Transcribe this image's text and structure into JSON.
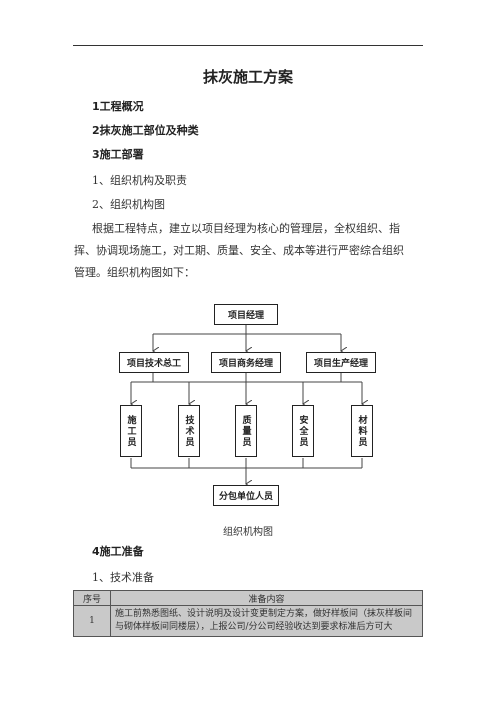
{
  "doc": {
    "title": "抹灰施工方案",
    "h1": "1工程概况",
    "h2": "2抹灰施工部位及种类",
    "h3": "3施工部署",
    "item1": "1、组织机构及职责",
    "item2": "2、组织机构图",
    "para_l1": "根据工程特点，建立以项目经理为核心的管理层，全权组织、指",
    "para_l2": "挥、协调现场施工，对工期、质量、安全、成本等进行严密综合组织",
    "para_l3": "管理。组织机构图如下：",
    "caption": "组织机构图",
    "h4": "4施工准备",
    "item3": "1、技术准备"
  },
  "org": {
    "top": "项目经理",
    "mid": [
      "项目技术总工",
      "项目商务经理",
      "项目生产经理"
    ],
    "staff": [
      "施工员",
      "技术员",
      "质量员",
      "安全员",
      "材料员"
    ],
    "bottom": "分包单位人员"
  },
  "table": {
    "headers": [
      "序号",
      "准备内容"
    ],
    "rows": [
      {
        "num": "1",
        "text": "施工前熟悉图纸、设计说明及设计变更制定方案，做好样板间（抹灰样板间与砌体样板间同楼层），上报公司/分公司经验收达到要求标准后方可大"
      }
    ]
  }
}
